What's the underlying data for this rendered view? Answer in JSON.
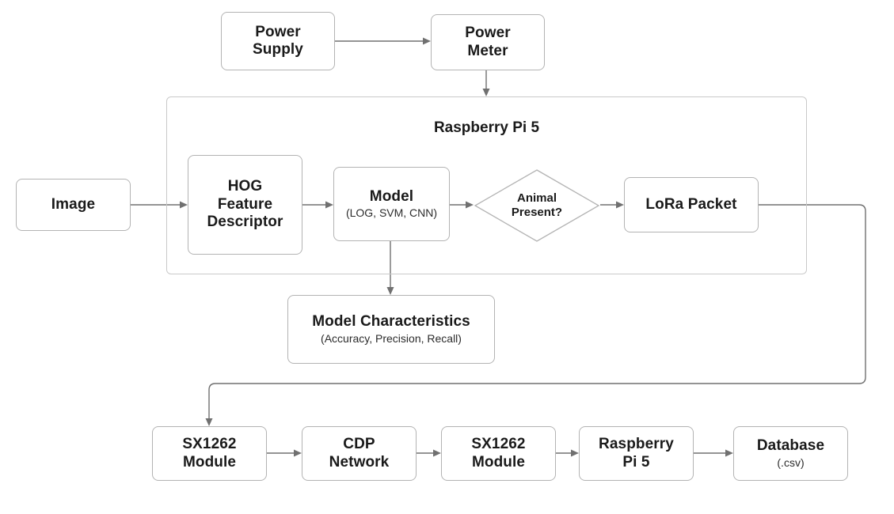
{
  "diagram": {
    "title": "Animal detection edge pipeline block diagram",
    "colors": {
      "background": "#ffffff",
      "node_border": "#b3b3b3",
      "group_border": "#c9c9c9",
      "connector": "#707070",
      "text": "#1a1a1a"
    },
    "group": {
      "label": "Raspberry Pi 5"
    },
    "nodes": {
      "power_supply": {
        "line1": "Power",
        "line2": "Supply"
      },
      "power_meter": {
        "line1": "Power",
        "line2": "Meter"
      },
      "image": {
        "line1": "Image"
      },
      "hog": {
        "line1": "HOG",
        "line2": "Feature",
        "line3": "Descriptor"
      },
      "model": {
        "line1": "Model",
        "sub": "(LOG, SVM, CNN)"
      },
      "decision": {
        "line1": "Animal",
        "line2": "Present?"
      },
      "lora_packet": {
        "line1": "LoRa Packet"
      },
      "model_characteristics": {
        "line1": "Model Characteristics",
        "sub": "(Accuracy, Precision, Recall)"
      },
      "sx1262_a": {
        "line1": "SX1262",
        "line2": "Module"
      },
      "cdp_network": {
        "line1": "CDP",
        "line2": "Network"
      },
      "sx1262_b": {
        "line1": "SX1262",
        "line2": "Module"
      },
      "raspberry_pi_5": {
        "line1": "Raspberry",
        "line2": "Pi 5"
      },
      "database": {
        "line1": "Database",
        "sub": "(.csv)"
      }
    },
    "connectors": [
      {
        "name": "power-supply-to-power-meter",
        "from": "power_supply",
        "to": "power_meter"
      },
      {
        "name": "power-meter-to-raspberry-pi-group",
        "from": "power_meter",
        "to": "group"
      },
      {
        "name": "image-to-hog",
        "from": "image",
        "to": "hog"
      },
      {
        "name": "hog-to-model",
        "from": "hog",
        "to": "model"
      },
      {
        "name": "model-to-decision",
        "from": "model",
        "to": "decision"
      },
      {
        "name": "decision-to-lora-packet",
        "from": "decision",
        "to": "lora_packet"
      },
      {
        "name": "model-to-model-characteristics",
        "from": "model",
        "to": "model_characteristics"
      },
      {
        "name": "lora-packet-to-sx1262-a",
        "from": "lora_packet",
        "to": "sx1262_a"
      },
      {
        "name": "sx1262-a-to-cdp-network",
        "from": "sx1262_a",
        "to": "cdp_network"
      },
      {
        "name": "cdp-network-to-sx1262-b",
        "from": "cdp_network",
        "to": "sx1262_b"
      },
      {
        "name": "sx1262-b-to-raspberry-pi-5",
        "from": "sx1262_b",
        "to": "raspberry_pi_5"
      },
      {
        "name": "raspberry-pi-5-to-database",
        "from": "raspberry_pi_5",
        "to": "database"
      }
    ]
  }
}
